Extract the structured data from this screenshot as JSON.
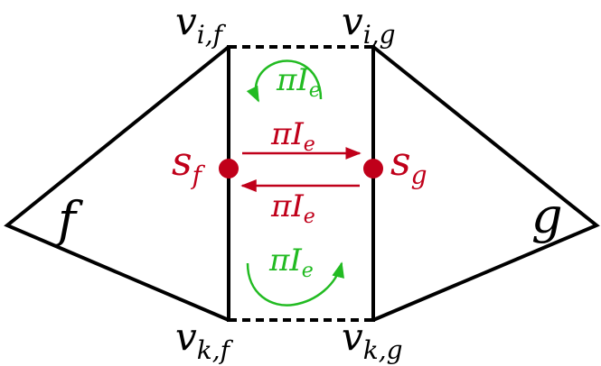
{
  "colors": {
    "edge": "#000000",
    "site": "#c0001a",
    "flux_between": "#c0001a",
    "flux_circulation": "#22bb22"
  },
  "cells": {
    "left": {
      "label": "f"
    },
    "right": {
      "label": "g"
    }
  },
  "vertices": {
    "top_left": {
      "base": "v",
      "sub": "i,f"
    },
    "top_right": {
      "base": "v",
      "sub": "i,g"
    },
    "bottom_left": {
      "base": "v",
      "sub": "k,f"
    },
    "bottom_right": {
      "base": "v",
      "sub": "k,g"
    }
  },
  "sites": {
    "left": {
      "base": "s",
      "sub": "f"
    },
    "right": {
      "base": "s",
      "sub": "g"
    }
  },
  "flux": {
    "top": {
      "pi": "π",
      "sym": "I",
      "sub": "e"
    },
    "rightward": {
      "pi": "π",
      "sym": "I",
      "sub": "e"
    },
    "leftward": {
      "pi": "π",
      "sym": "I",
      "sub": "e"
    },
    "bottom": {
      "pi": "π",
      "sym": "I",
      "sub": "e"
    }
  }
}
